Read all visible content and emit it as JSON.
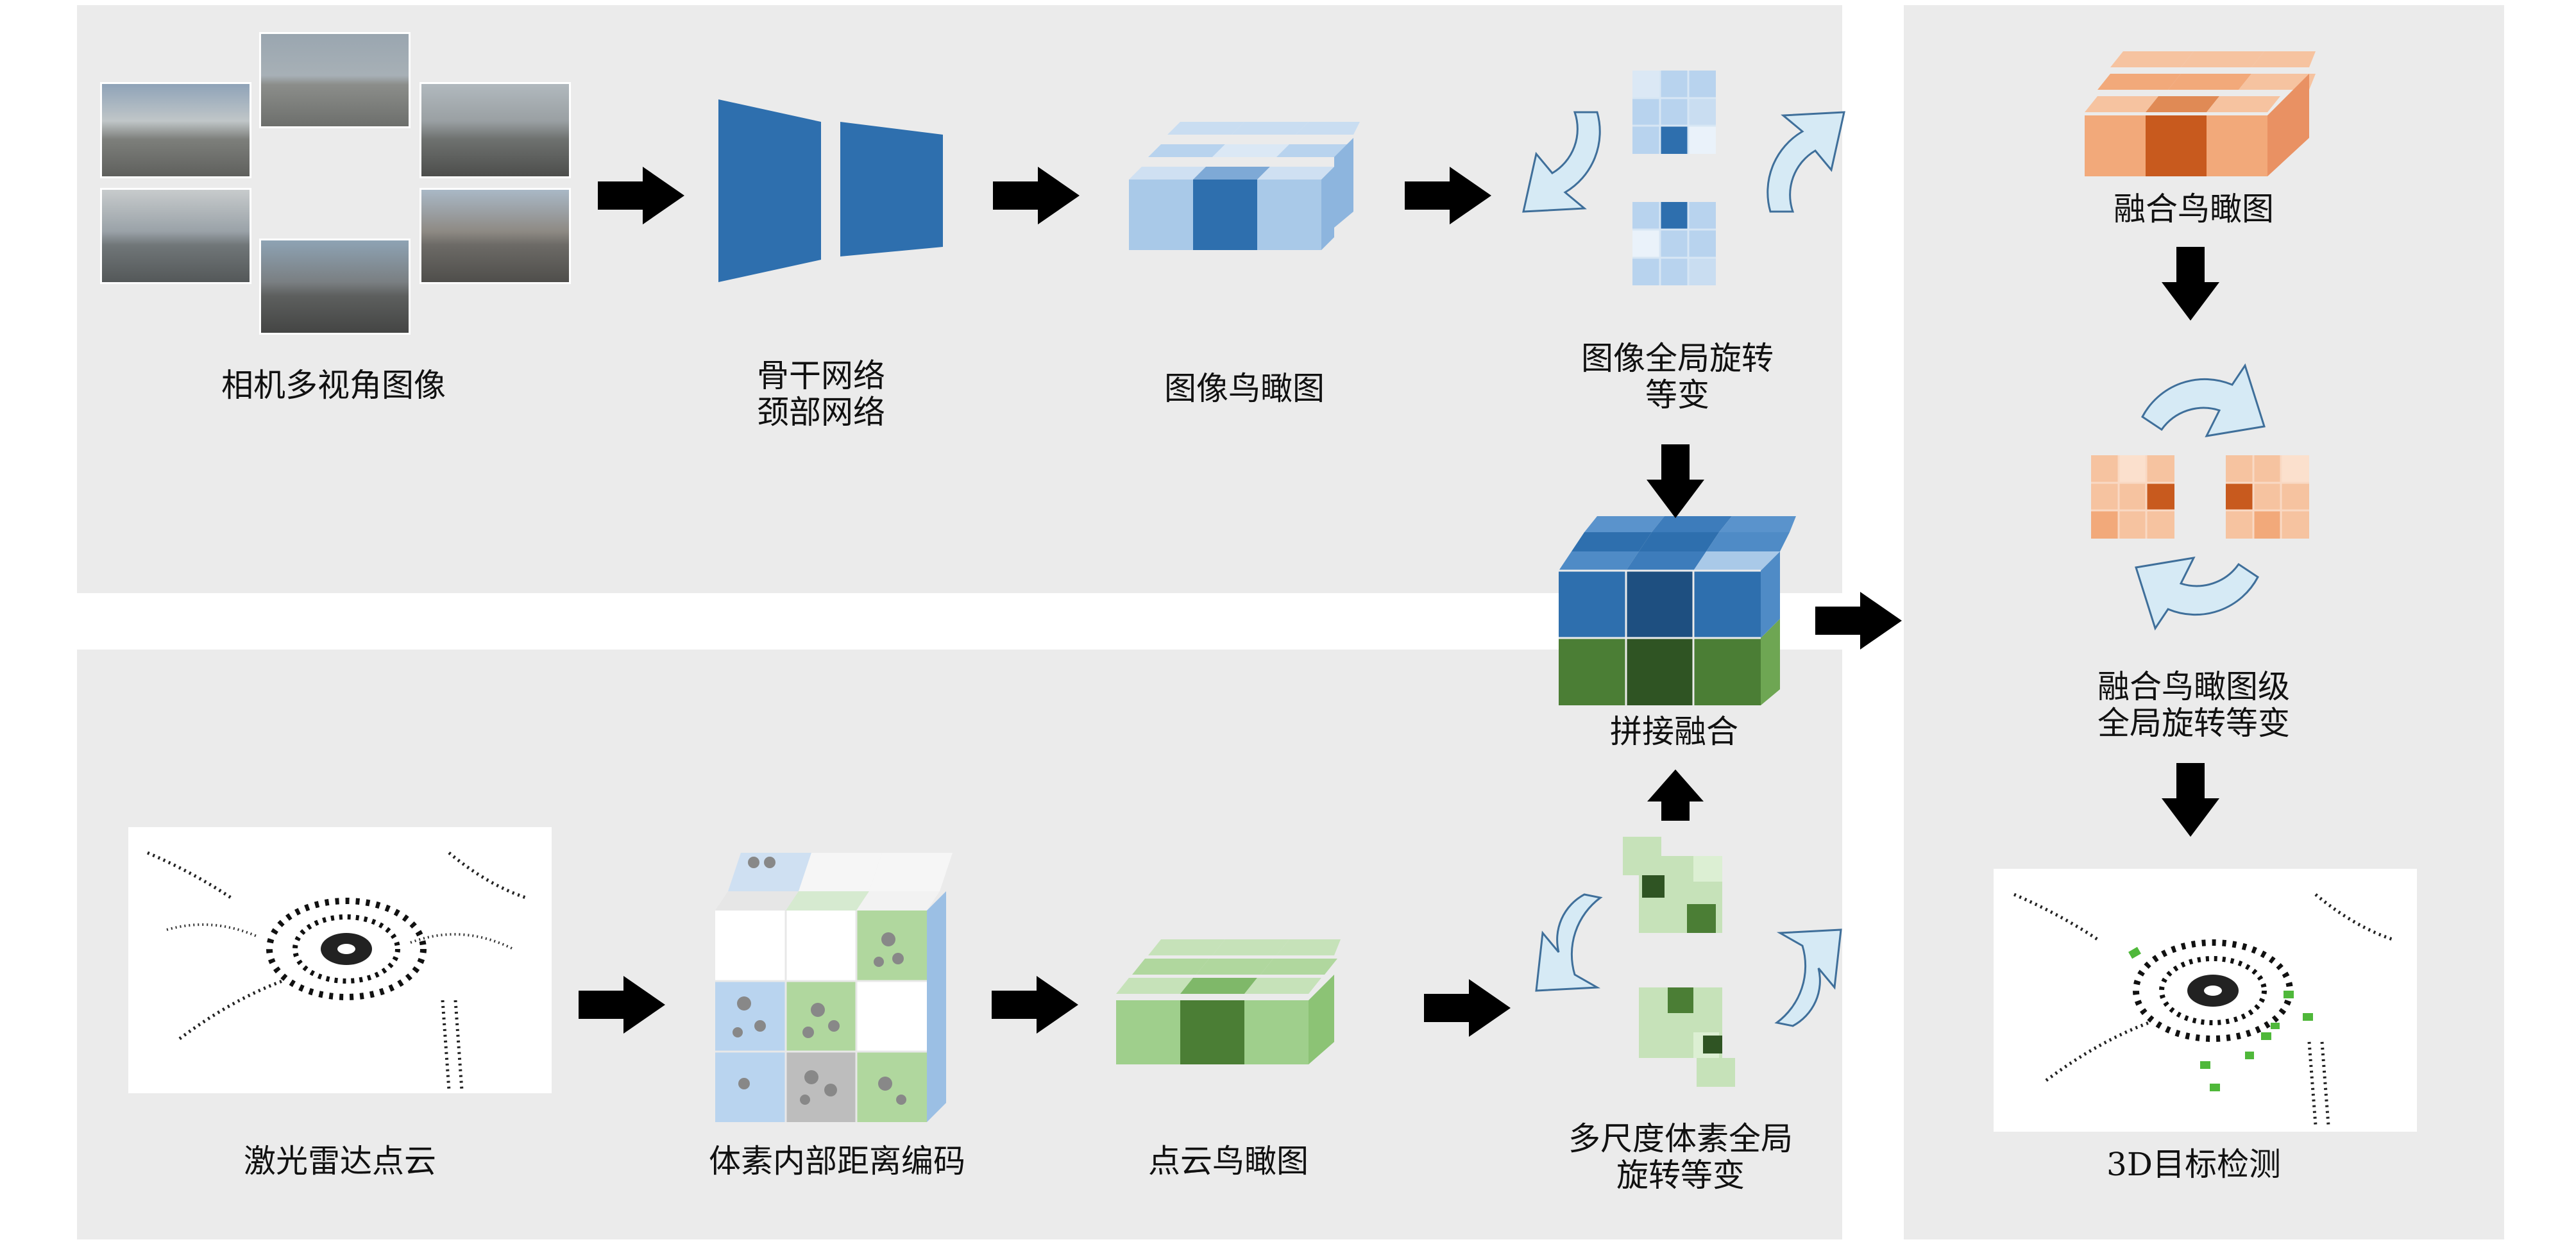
{
  "image_pipeline": {
    "camera_label": "相机多视角图像",
    "backbone_label_line1": "骨干网络",
    "backbone_label_line2": "颈部网络",
    "image_bev_label": "图像鸟瞰图",
    "image_rot_label_line1": "图像全局旋转",
    "image_rot_label_line2": "等变"
  },
  "lidar_pipeline": {
    "lidar_label": "激光雷达点云",
    "voxel_enc_label": "体素内部距离编码",
    "point_bev_label": "点云鸟瞰图",
    "multiscale_rot_label_line1": "多尺度体素全局",
    "multiscale_rot_label_line2": "旋转等变"
  },
  "fusion": {
    "concat_label": "拼接融合"
  },
  "output_pipeline": {
    "fused_bev_label": "融合鸟瞰图",
    "fused_rot_label_line1": "融合鸟瞰图级",
    "fused_rot_label_line2": "全局旋转等变",
    "detection_label": "3D目标检测"
  },
  "colors": {
    "panel_bg": "#ebebeb",
    "image_blue": "#2e6fae",
    "light_blue": "#a9c9e8",
    "green": "#9fcf8c",
    "dark_green": "#4b7e35",
    "orange": "#f2a97a",
    "dark_orange": "#c85a1e",
    "arrow": "#000000",
    "rotation_arrow": "#d6eaf5"
  }
}
